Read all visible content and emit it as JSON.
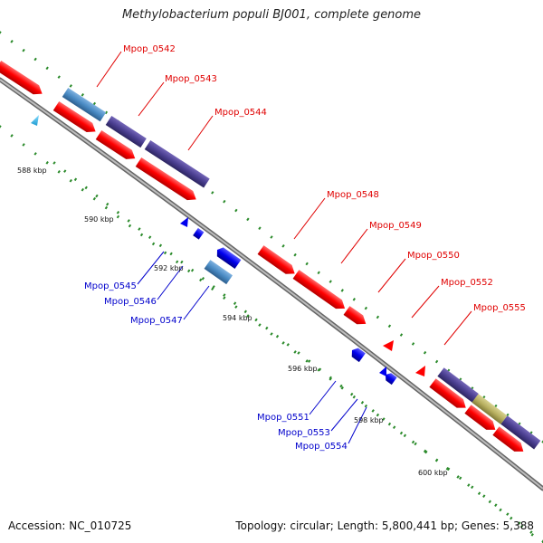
{
  "title": "Methylobacterium populi BJ001, complete genome",
  "footer": {
    "accession": "Accession: NC_010725",
    "summary": "Topology: circular; Length: 5,800,441 bp; Genes: 5,388"
  },
  "colors": {
    "forward_label": "#e00000",
    "reverse_label": "#0000cc",
    "red_gene": "#ff0000",
    "blue_gene": "#0000ee",
    "steel_gene": "#4a8bc4",
    "purple_gene": "#4b3f91",
    "olive_gene": "#b8b060",
    "cyan_gene": "#33bbee",
    "backbone": "#888888",
    "tick_dot": "#2a8a2a"
  },
  "kbp_ticks": [
    "588 kbp",
    "590 kbp",
    "592 kbp",
    "594 kbp",
    "596 kbp",
    "598 kbp",
    "600 kbp"
  ],
  "forward_labels": [
    "Mpop_0542",
    "Mpop_0543",
    "Mpop_0544",
    "Mpop_0548",
    "Mpop_0549",
    "Mpop_0550",
    "Mpop_0552",
    "Mpop_0555"
  ],
  "reverse_labels": [
    "Mpop_0545",
    "Mpop_0546",
    "Mpop_0547",
    "Mpop_0551",
    "Mpop_0553",
    "Mpop_0554"
  ]
}
